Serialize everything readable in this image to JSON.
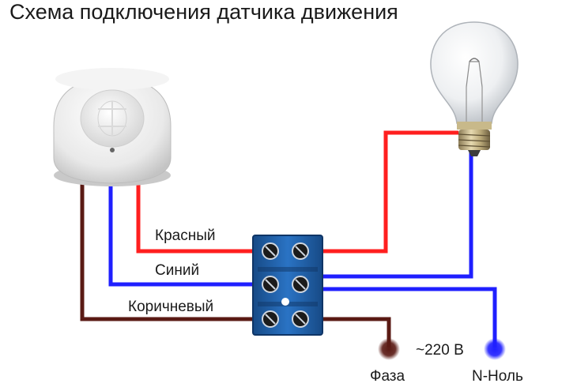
{
  "title": "Схема подключения датчика движения",
  "wires": {
    "red_label": "Красный",
    "blue_label": "Синий",
    "brown_label": "Коричневый"
  },
  "supply": {
    "voltage": "~220 В",
    "phase_label": "Фаза",
    "neutral_label": "N-Ноль"
  },
  "colors": {
    "red_wire": "#ff1f1f",
    "blue_wire": "#1f1fff",
    "brown_wire": "#5a1a14",
    "terminal_block": "#1f5fa8"
  },
  "icons": [
    "motion-sensor-icon",
    "light-bulb-icon",
    "terminal-block-icon"
  ]
}
